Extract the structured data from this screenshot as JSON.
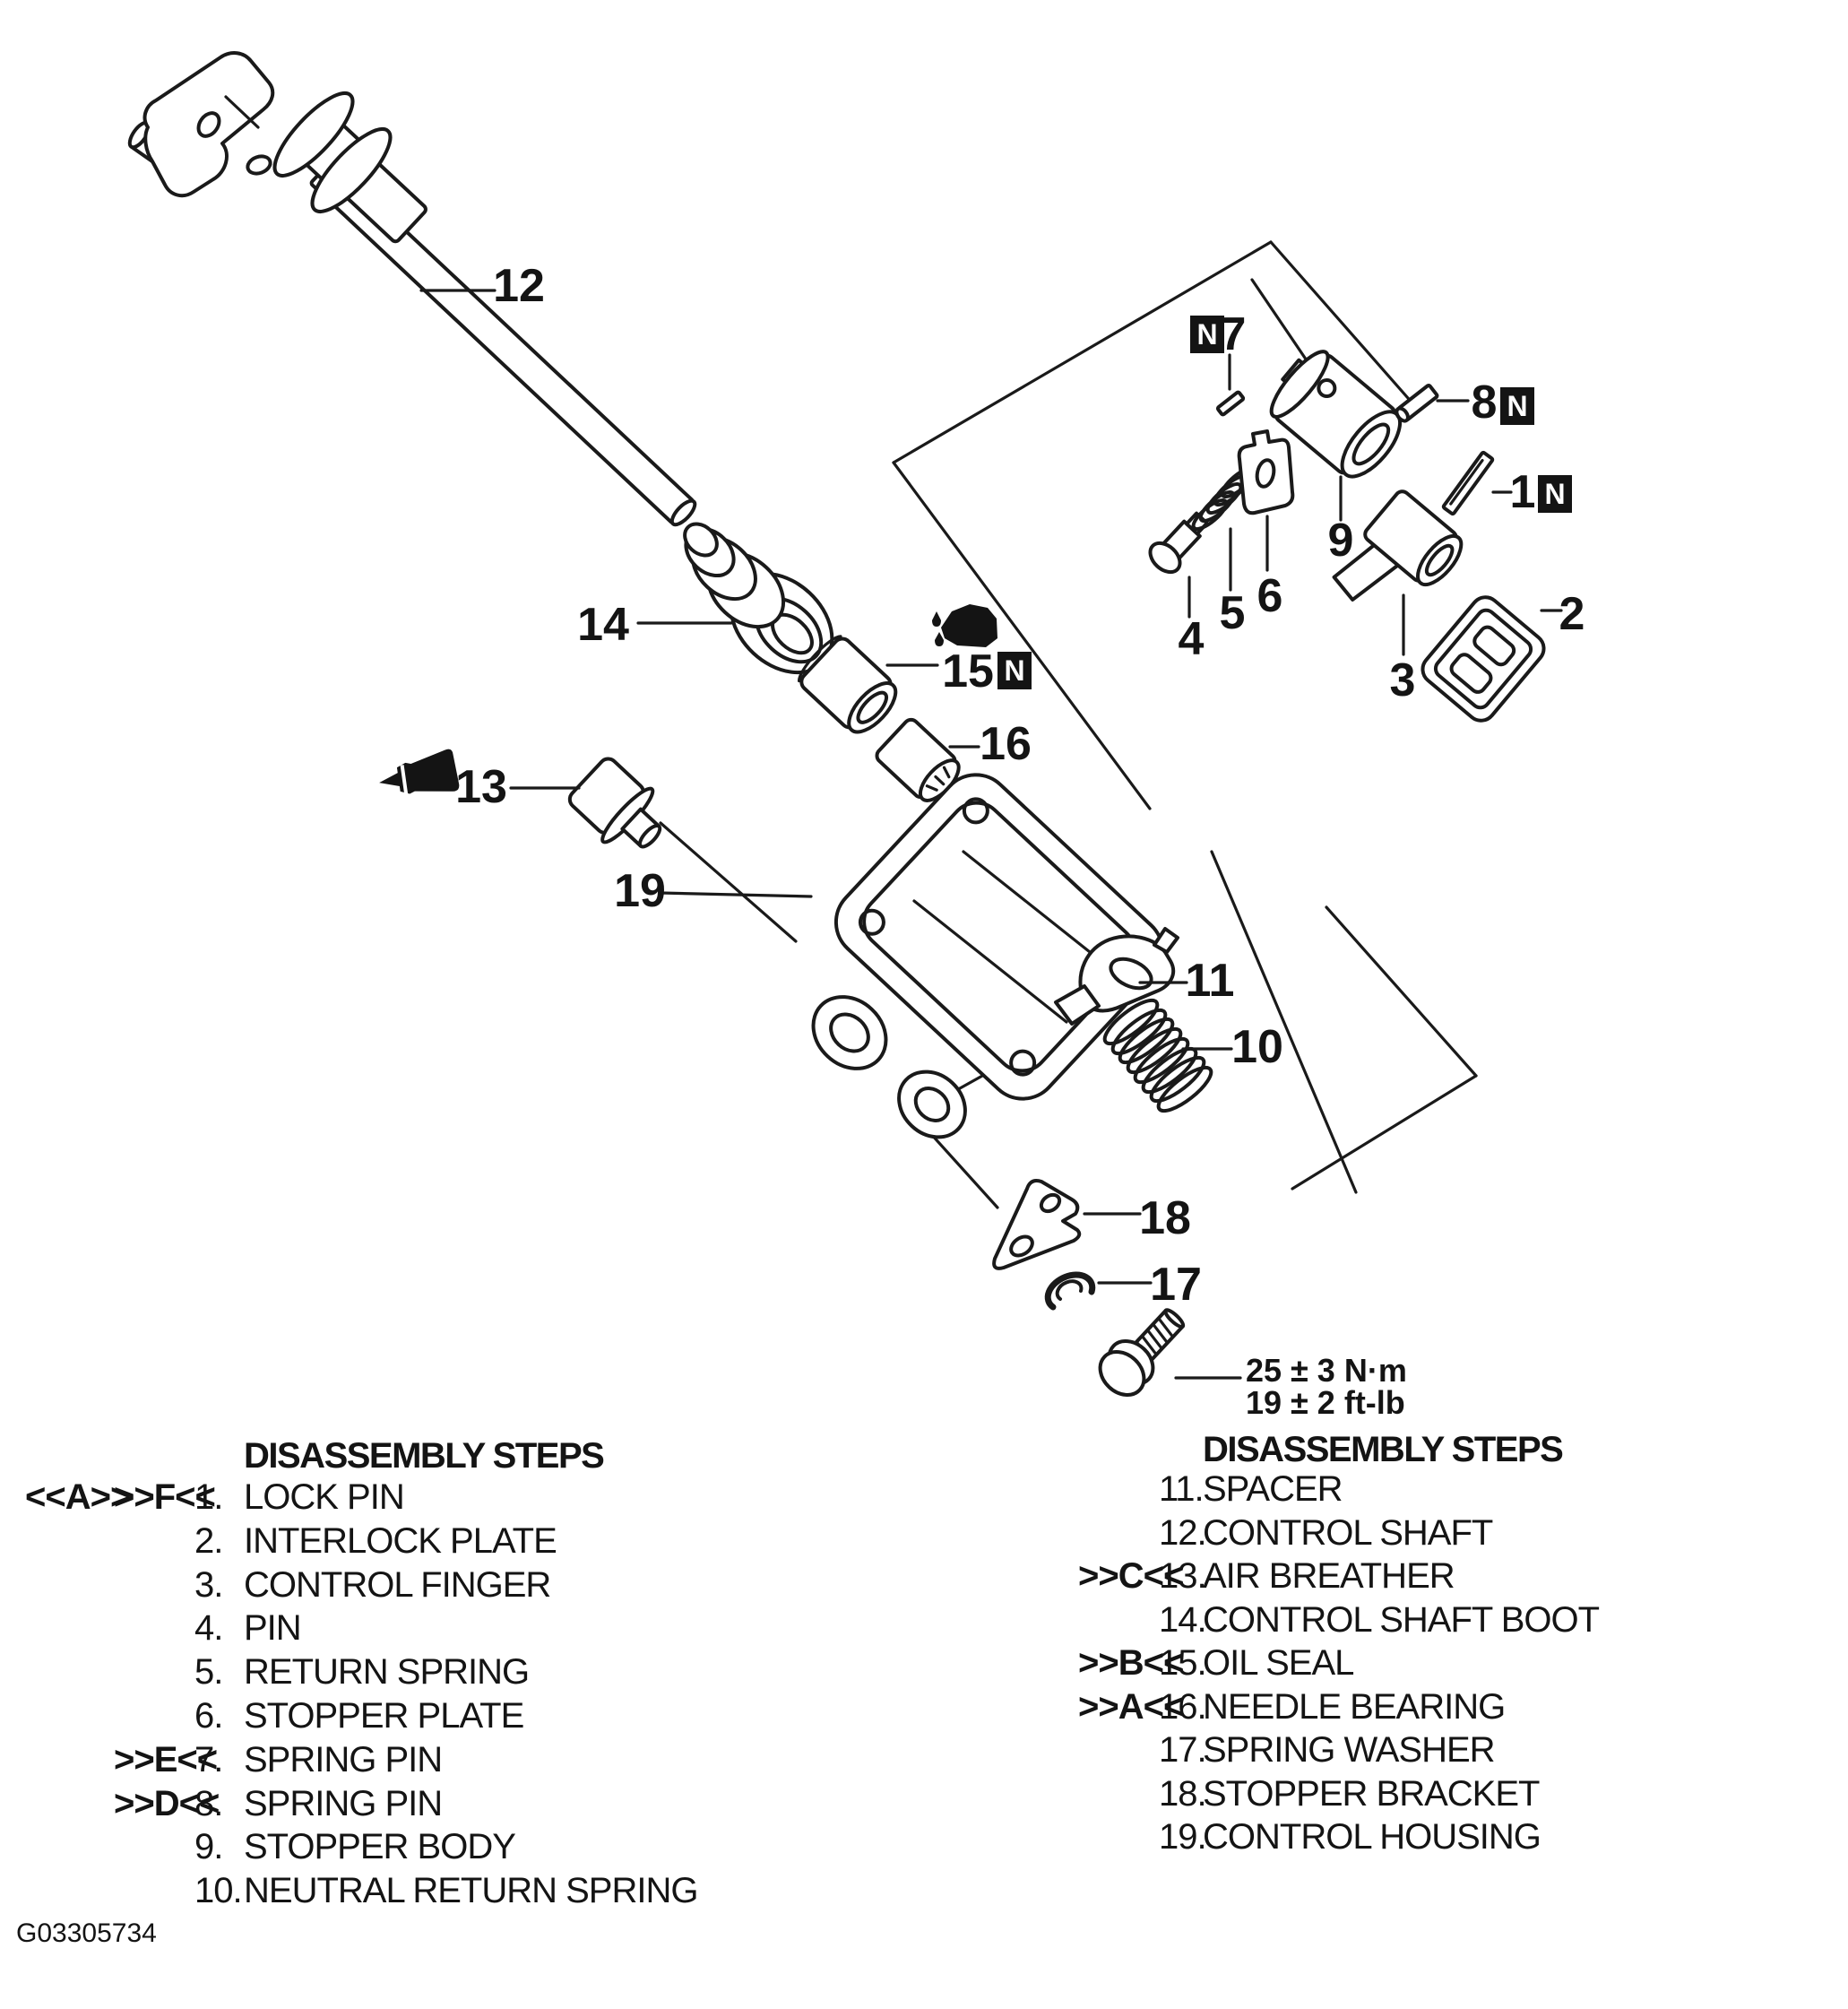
{
  "figure_id": "G03305734",
  "diagram": {
    "n_label": "N",
    "torque_nm": "25 ± 3 N·m",
    "torque_ftlb": "19 ± 2 ft-lb",
    "callouts": {
      "c1": "1",
      "c2": "2",
      "c3": "3",
      "c4": "4",
      "c5": "5",
      "c6": "6",
      "c7": "7",
      "c8": "8",
      "c9": "9",
      "c10": "10",
      "c11": "11",
      "c12": "12",
      "c13": "13",
      "c14": "14",
      "c15": "15",
      "c16": "16",
      "c17": "17",
      "c18": "18",
      "c19": "19"
    }
  },
  "lists": {
    "left": {
      "header": "DISASSEMBLY STEPS",
      "rows": [
        {
          "a": "<<A>>",
          "b": ">>F<<",
          "n": "1.",
          "t": "LOCK PIN"
        },
        {
          "n": "2.",
          "t": "INTERLOCK PLATE"
        },
        {
          "n": "3.",
          "t": "CONTROL FINGER"
        },
        {
          "n": "4.",
          "t": "PIN"
        },
        {
          "n": "5.",
          "t": "RETURN SPRING"
        },
        {
          "n": "6.",
          "t": "STOPPER PLATE"
        },
        {
          "b": ">>E<<",
          "n": "7.",
          "t": "SPRING PIN"
        },
        {
          "b": ">>D<<",
          "n": "8.",
          "t": "SPRING PIN"
        },
        {
          "n": "9.",
          "t": "STOPPER BODY"
        },
        {
          "n": "10.",
          "t": "NEUTRAL RETURN SPRING"
        }
      ]
    },
    "right": {
      "header": "DISASSEMBLY STEPS",
      "rows": [
        {
          "n": "11.",
          "t": "SPACER"
        },
        {
          "n": "12.",
          "t": "CONTROL SHAFT"
        },
        {
          "b": ">>C<<",
          "n": "13.",
          "t": "AIR BREATHER"
        },
        {
          "n": "14.",
          "t": "CONTROL SHAFT BOOT"
        },
        {
          "b": ">>B<<",
          "n": "15.",
          "t": "OIL SEAL"
        },
        {
          "b": ">>A<<",
          "n": "16.",
          "t": "NEEDLE BEARING"
        },
        {
          "n": "17.",
          "t": "SPRING WASHER"
        },
        {
          "n": "18.",
          "t": "STOPPER BRACKET"
        },
        {
          "n": "19.",
          "t": "CONTROL HOUSING"
        }
      ]
    }
  }
}
